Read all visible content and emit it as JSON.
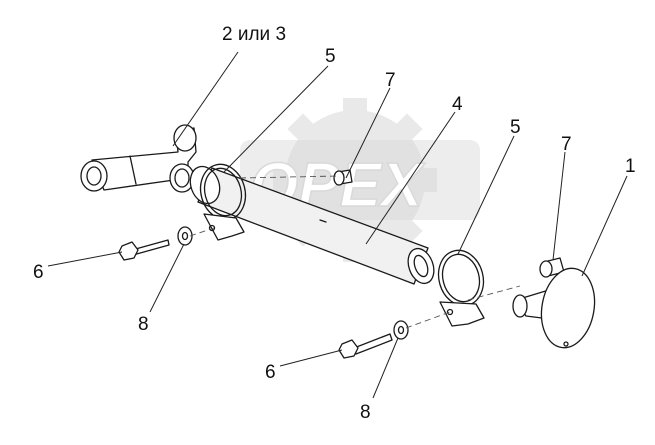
{
  "watermark": {
    "text": "OPEX"
  },
  "callouts": {
    "tee_pipe": "2 или 3",
    "clamp_upper": "5",
    "clamp_lower": "5",
    "bushing_upper": "7",
    "bushing_lower": "7",
    "tube": "4",
    "cap": "1",
    "bolt_upper": "6",
    "bolt_lower": "6",
    "washer_upper": "8",
    "washer_lower": "8"
  }
}
